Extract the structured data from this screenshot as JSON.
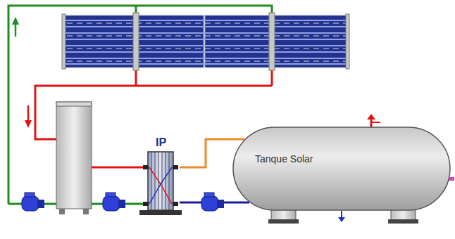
{
  "diagram": {
    "nodes": [
      {
        "text": [
          "IP"
        ]
      },
      {
        "text": [
          "Tanque Solar"
        ]
      }
    ],
    "edges": [
      {
        "from": 0,
        "to": 1,
        "arrow": "none"
      },
      {
        "from": 1,
        "to": 0,
        "arrow": "none"
      }
    ]
  }
}
